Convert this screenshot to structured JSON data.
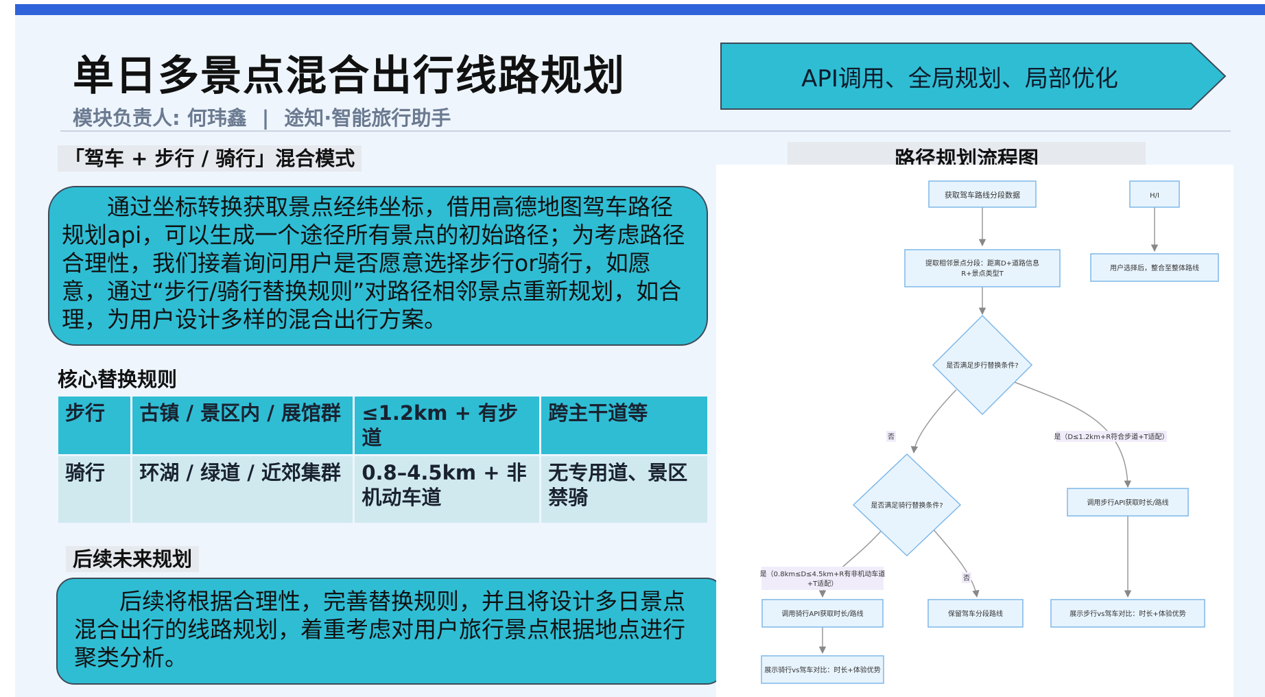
{
  "header": {
    "title": "单日多景点混合出行线路规划",
    "subtitle_owner": "模块负责人: 何玮鑫",
    "subtitle_sep": "|",
    "subtitle_product": "途知·智能旅行助手",
    "banner": "API调用、全局规划、局部优化"
  },
  "mode_section": {
    "label": "「驾车 + 步行 / 骑行」混合模式",
    "text": "通过坐标转换获取景点经纬坐标，借用高德地图驾车路径规划api，可以生成一个途径所有景点的初始路径；为考虑路径合理性，我们接着询问用户是否愿意选择步行or骑行，如愿意，通过“步行/骑行替换规则”对路径相邻景点重新规划，如合理，为用户设计多样的混合出行方案。"
  },
  "rules_section": {
    "label": "核心替换规则",
    "rows": [
      [
        "步行",
        "古镇 / 景区内 / 展馆群",
        "≤1.2km + 有步道",
        "跨主干道等"
      ],
      [
        "骑行",
        "环湖 / 绿道 / 近郊集群",
        "0.8–4.5km + 非机动车道",
        "无专用道、景区禁骑"
      ]
    ]
  },
  "future_section": {
    "label": "后续未来规划",
    "text": "后续将根据合理性，完善替换规则，并且将设计多日景点混合出行的线路规划，着重考虑对用户旅行景点根据地点进行聚类分析。"
  },
  "flowchart": {
    "title": "路径规划流程图",
    "nodes": {
      "get_segments": "获取驾车路线分段数据",
      "extract_1": "提取相邻景点分段：距离D+道路信息",
      "extract_2": "R+景点类型T",
      "walk_decision": "是否满足步行替换条件?",
      "bike_decision": "是否满足骑行替换条件?",
      "walk_api": "调用步行API获取时长/路线",
      "bike_api": "调用骑行API获取时长/路线",
      "keep_drive": "保留驾车分段路线",
      "walk_compare": "展示步行vs驾车对比：时长+体验优势",
      "bike_compare": "展示骑行vs驾车对比：时长+体验优势",
      "hi": "H/I",
      "merge": "用户选择后，整合至整体路线"
    },
    "edges": {
      "walk_no": "否",
      "walk_yes": "是（D≤1.2km+R符合步道+T适配）",
      "bike_yes_1": "是（0.8km≤D≤4.5km+R有非机动车道",
      "bike_yes_2": "+T适配）",
      "bike_no": "否"
    }
  },
  "colors": {
    "accent_bar": "#2f63d9",
    "callout_fill": "#2fbdd4",
    "table_head": "#2fbdd4",
    "table_body": "#cfe9ef",
    "flow_rect_fill": "#e8f4fd",
    "flow_stroke": "#7db7e8",
    "edge_label_bg": "#f1ecfa"
  }
}
